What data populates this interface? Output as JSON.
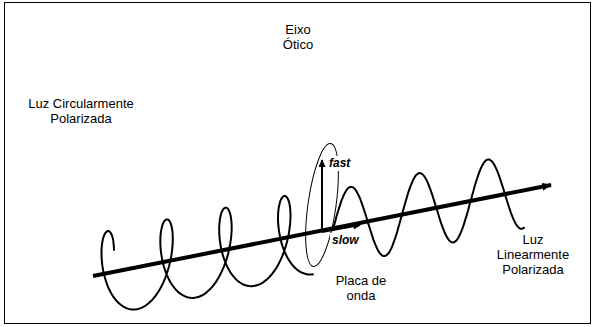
{
  "diagram": {
    "labels": [
      "Eixo Ótico",
      "fast",
      "slow",
      "Luz Circularmente Polarizada",
      "Luz Linearmente Polarizada",
      "Placa de onda"
    ]
  }
}
